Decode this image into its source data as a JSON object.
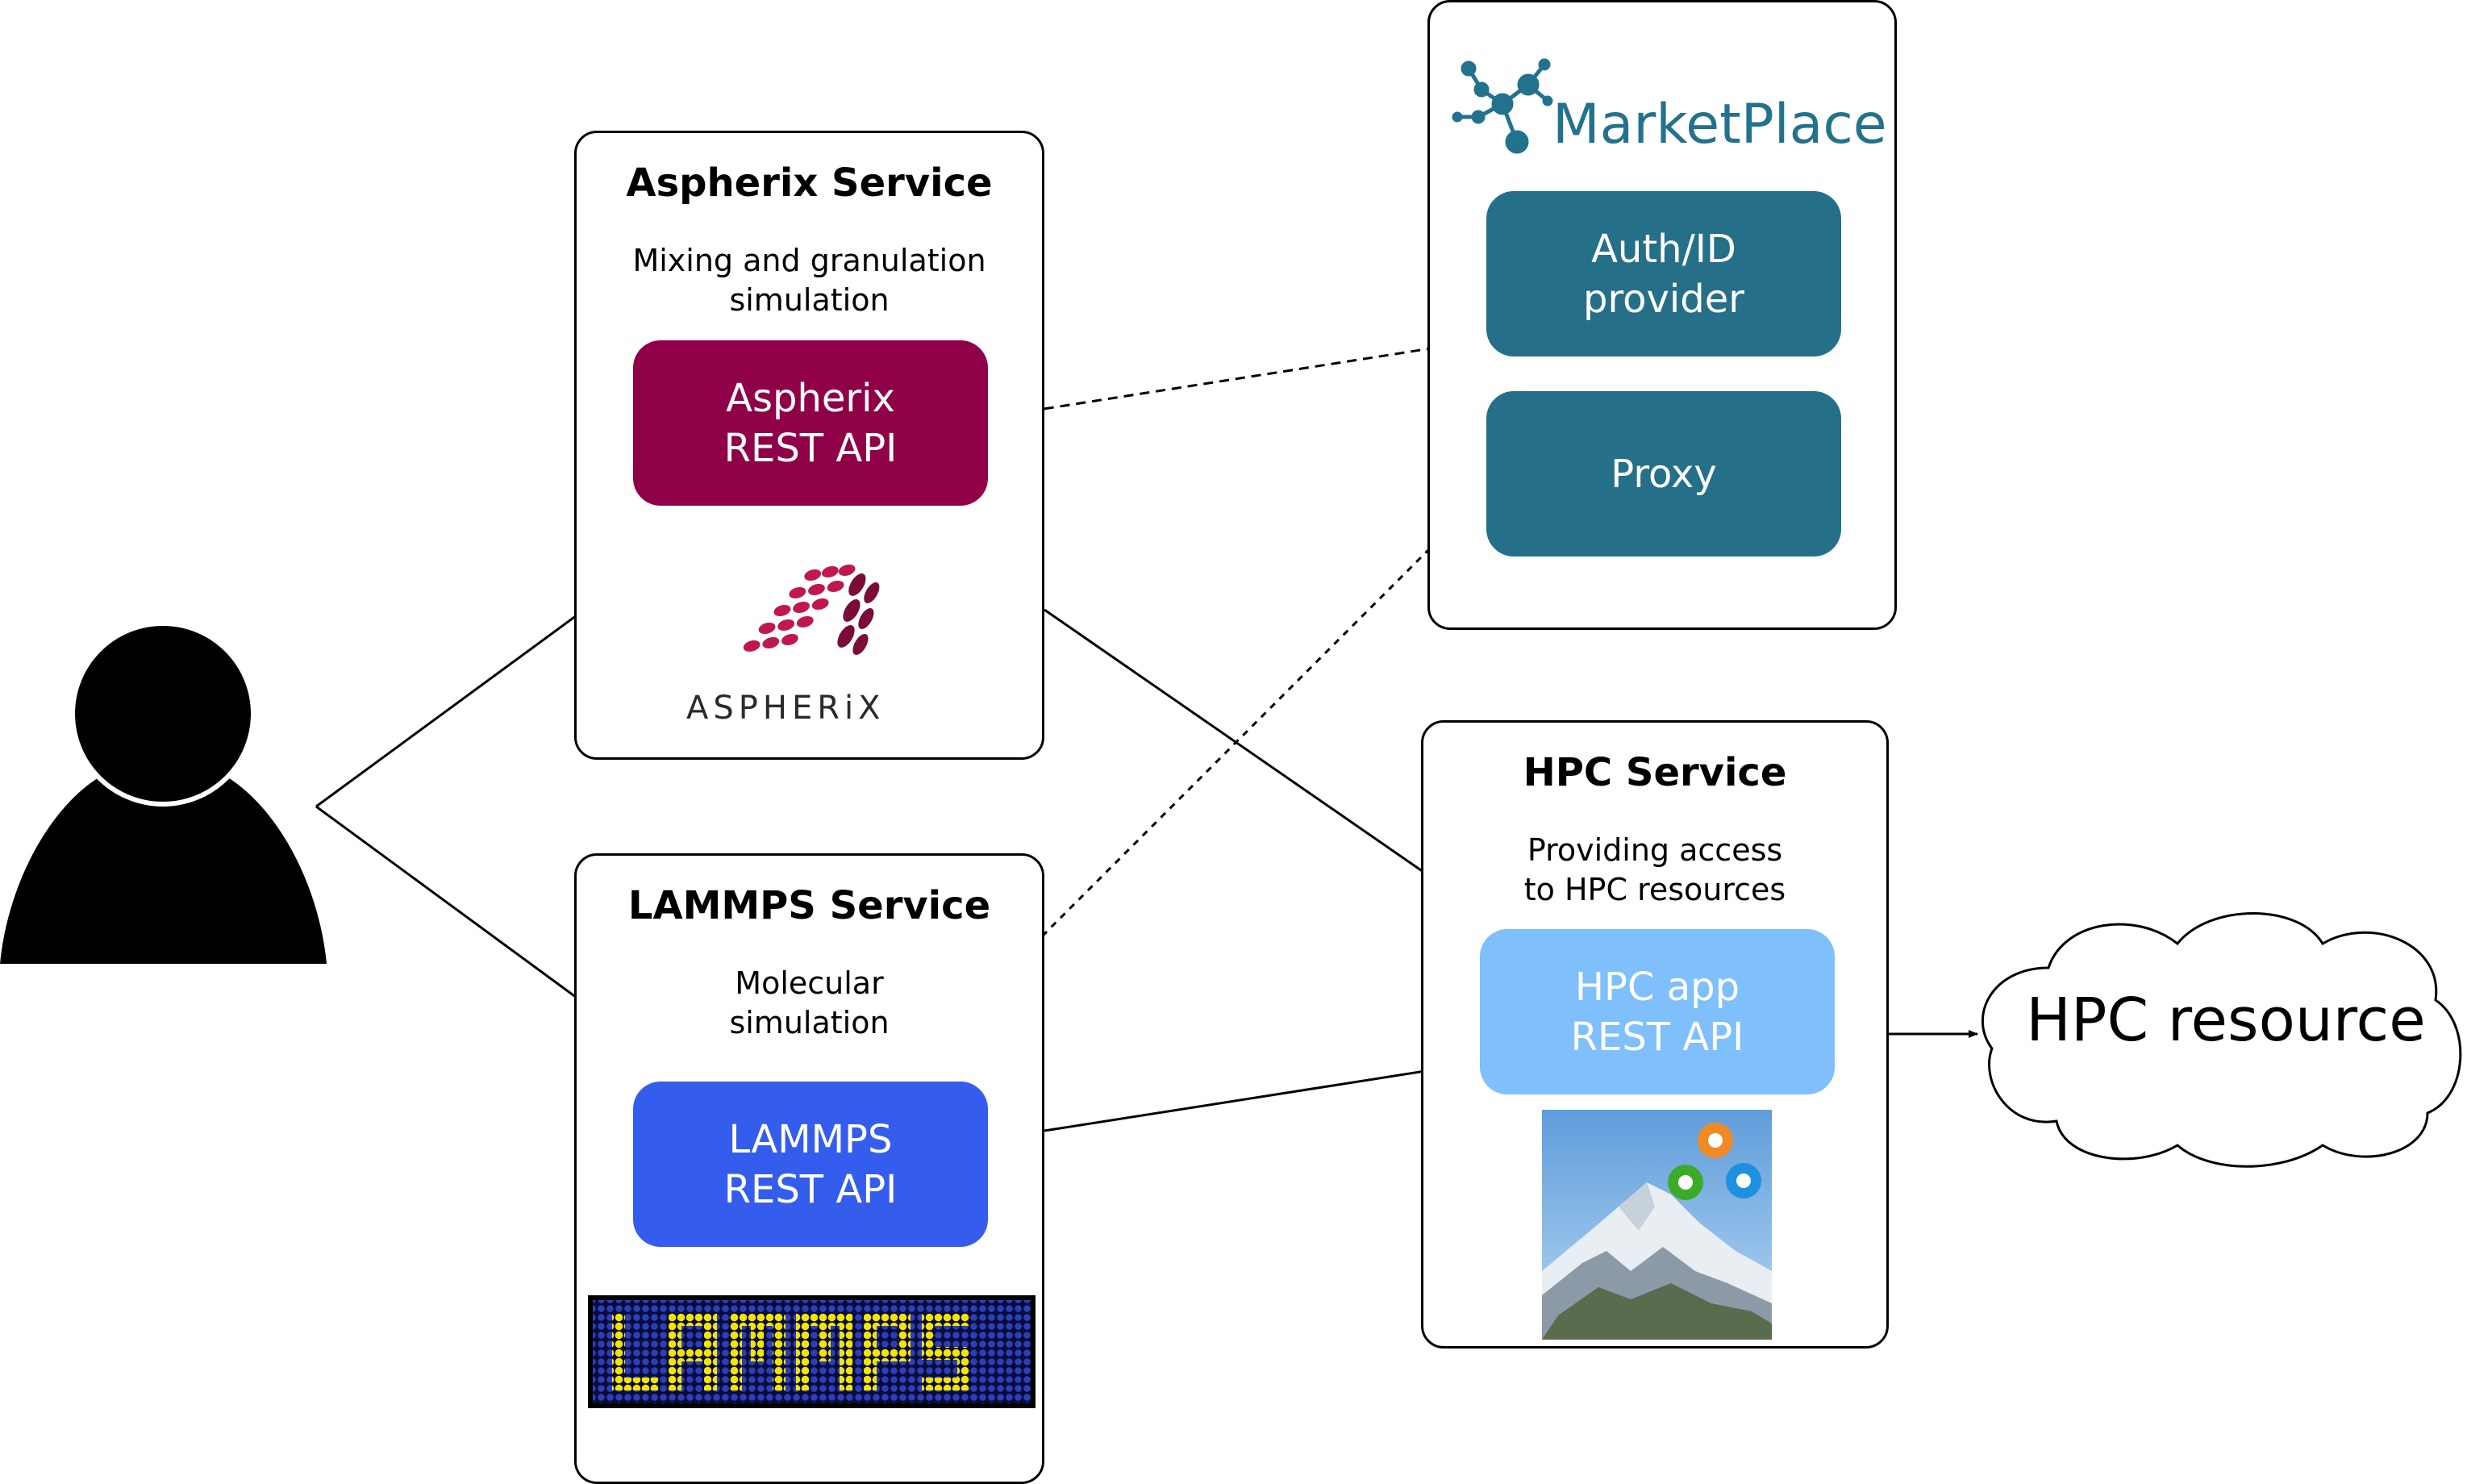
{
  "aspherix": {
    "title": "Aspherix Service",
    "desc_line1": "Mixing and granulation",
    "desc_line2": "simulation",
    "api_line1": "Aspherix",
    "api_line2": "REST API",
    "logo_text": "ASPHERiX",
    "api_color": "#900048"
  },
  "lammps": {
    "title": "LAMMPS Service",
    "desc_line1": "Molecular",
    "desc_line2": "simulation",
    "api_line1": "LAMMPS",
    "api_line2": "REST API",
    "logo_text": "LAMMPS",
    "api_color": "#355ded"
  },
  "marketplace": {
    "name": "MarketPlace",
    "auth_line1": "Auth/ID",
    "auth_line2": "provider",
    "proxy": "Proxy",
    "box_color": "#256f88"
  },
  "hpc": {
    "title": "HPC Service",
    "desc_line1": "Providing access",
    "desc_line2": "to HPC resources",
    "api_line1": "HPC app",
    "api_line2": "REST API",
    "api_color": "#7fbffc"
  },
  "hpc_resource": {
    "label": "HPC resource"
  },
  "icons": {
    "user": "user-icon",
    "marketplace": "network-nodes-icon",
    "aspherix": "aspherix-logo",
    "lammps": "lammps-logo",
    "hpc": "mountain-gears-icon"
  }
}
